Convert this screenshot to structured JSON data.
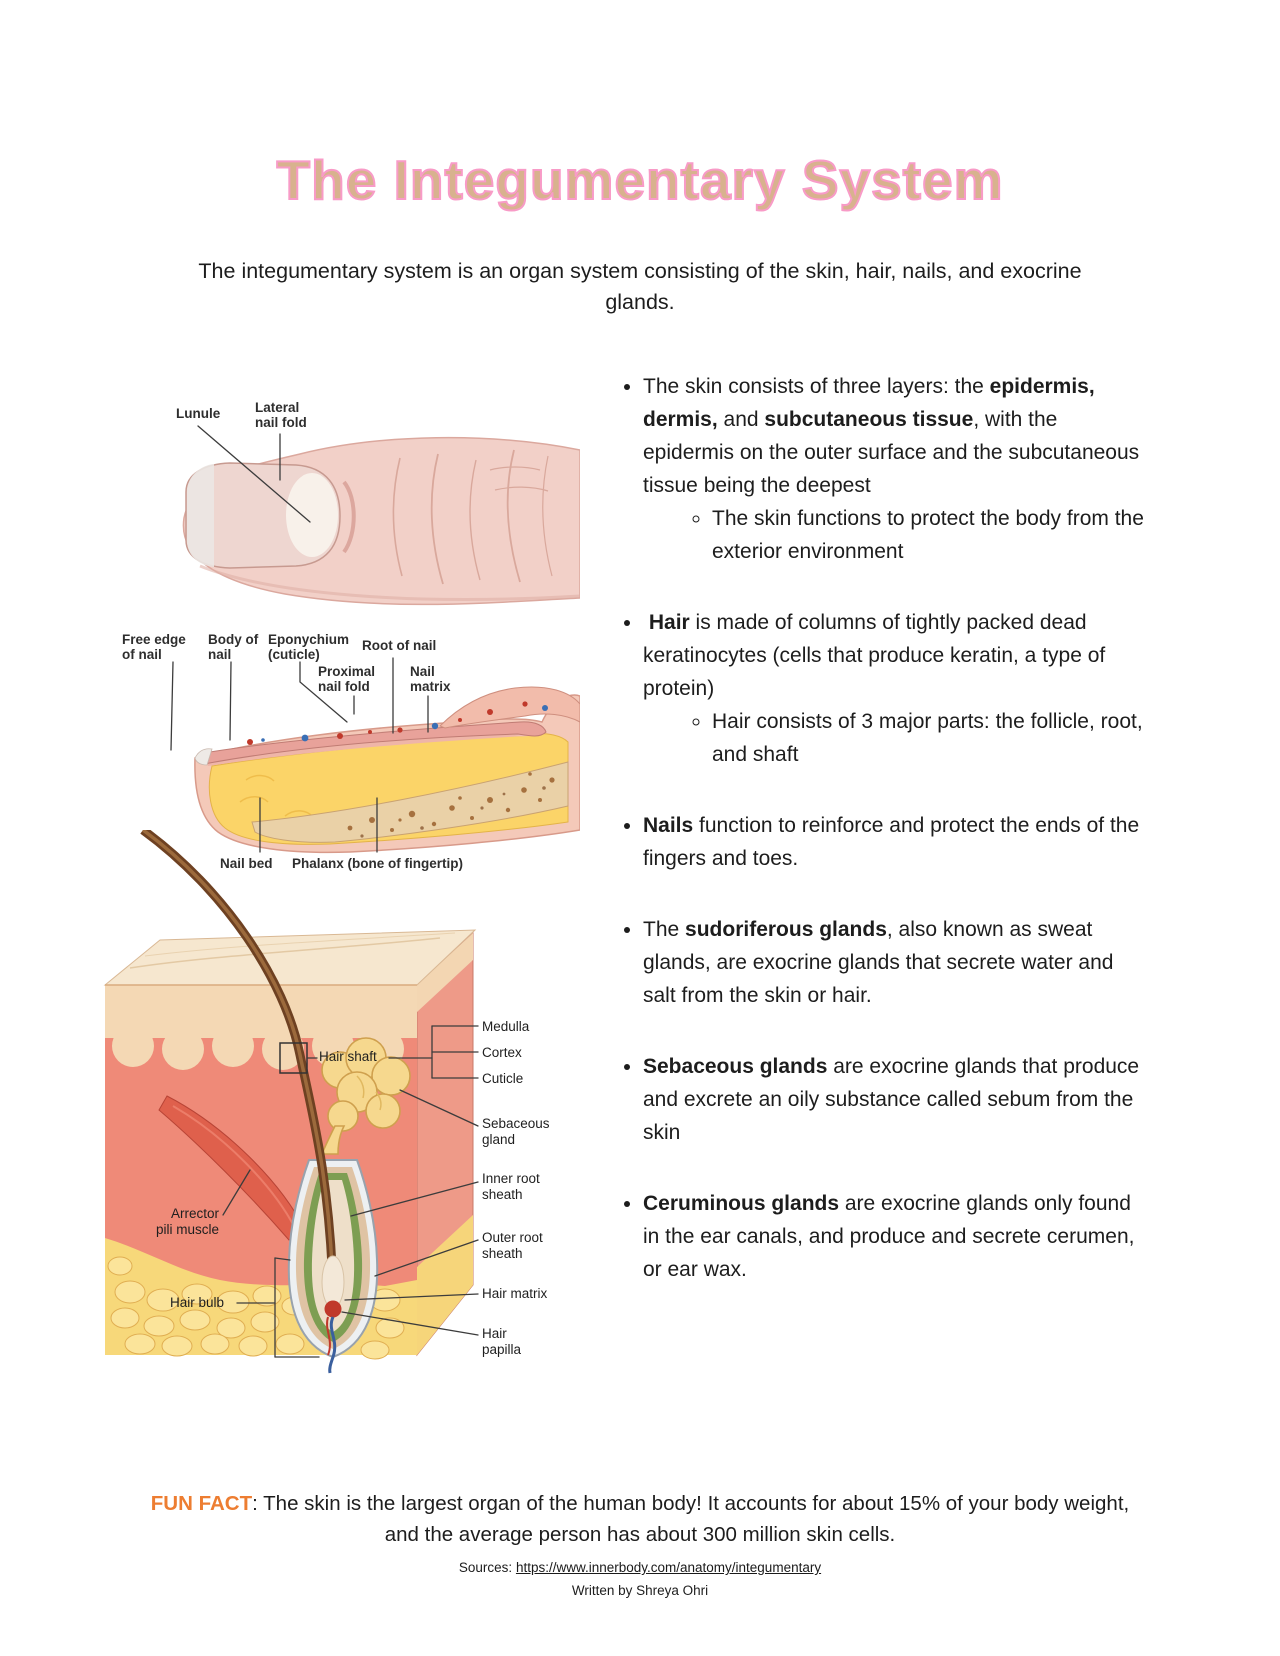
{
  "header": {
    "title": "The Integumentary System",
    "intro_line1": "The integumentary system is an organ system consisting of the skin, hair, nails, and exocrine",
    "intro_line2": "glands."
  },
  "colors": {
    "title_fill": "#d8b28e",
    "title_outline": "#f89bc7",
    "fun_fact_label": "#ed7d31"
  },
  "nail_diagram": {
    "labels": {
      "lunule": "Lunule",
      "lateral_nail_fold": "Lateral nail fold",
      "free_edge": "Free edge of nail",
      "body_of_nail": "Body of nail",
      "eponychium": "Eponychium (cuticle)",
      "root_of_nail": "Root of nail",
      "proximal_nail_fold": "Proximal nail fold",
      "nail_matrix": "Nail matrix",
      "nail_bed": "Nail bed",
      "phalanx": "Phalanx (bone of fingertip)"
    }
  },
  "skin_diagram": {
    "labels": {
      "hair_shaft": "Hair shaft",
      "medulla": "Medulla",
      "cortex": "Cortex",
      "cuticle": "Cuticle",
      "sebaceous_gland": "Sebaceous gland",
      "inner_root_sheath": "Inner root sheath",
      "outer_root_sheath": "Outer root sheath",
      "arrector_pili": "Arrector pili muscle",
      "hair_bulb": "Hair bulb",
      "hair_matrix": "Hair matrix",
      "hair_papilla": "Hair papilla"
    }
  },
  "bullets": [
    {
      "parts": [
        {
          "t": "The skin consists of three layers: the ",
          "b": false
        },
        {
          "t": "epidermis, dermis,",
          "b": true
        },
        {
          "t": " and ",
          "b": false
        },
        {
          "t": "subcutaneous tissue",
          "b": true
        },
        {
          "t": ", with the epidermis on the outer surface and the subcutaneous tissue being the deepest",
          "b": false
        }
      ],
      "subs": [
        [
          {
            "t": "The skin functions to protect the body from the exterior environment",
            "b": false
          }
        ]
      ]
    },
    {
      "parts": [
        {
          "t": " ",
          "b": false
        },
        {
          "t": "Hair",
          "b": true
        },
        {
          "t": " is made of columns of tightly packed dead keratinocytes (cells that produce keratin, a type of protein)",
          "b": false
        }
      ],
      "subs": [
        [
          {
            "t": "Hair consists of 3 major parts: the follicle, root, and shaft",
            "b": false
          }
        ]
      ]
    },
    {
      "parts": [
        {
          "t": "Nails",
          "b": true
        },
        {
          "t": " function to reinforce and protect the ends of the fingers and toes.",
          "b": false
        }
      ],
      "subs": []
    },
    {
      "parts": [
        {
          "t": "The ",
          "b": false
        },
        {
          "t": "sudoriferous glands",
          "b": true
        },
        {
          "t": ", also known as sweat glands, are exocrine glands that secrete water and salt from the skin or hair.",
          "b": false
        }
      ],
      "subs": []
    },
    {
      "parts": [
        {
          "t": "Sebaceous glands",
          "b": true
        },
        {
          "t": " are exocrine glands that produce and excrete an oily substance called sebum from the skin",
          "b": false
        }
      ],
      "subs": []
    },
    {
      "parts": [
        {
          "t": "Ceruminous glands",
          "b": true
        },
        {
          "t": " are exocrine glands only found in the ear canals, and produce and secrete cerumen, or ear wax.",
          "b": false
        }
      ],
      "subs": []
    }
  ],
  "fun_fact": {
    "label": "FUN FACT",
    "line1": ": The skin is the largest organ of the human body! It accounts for about 15% of your body weight,",
    "line2": "and the average person has about 300 million skin cells."
  },
  "footer": {
    "sources_label": "Sources: ",
    "sources_link": "https://www.innerbody.com/anatomy/integumentary",
    "author": "Written by Shreya Ohri"
  }
}
